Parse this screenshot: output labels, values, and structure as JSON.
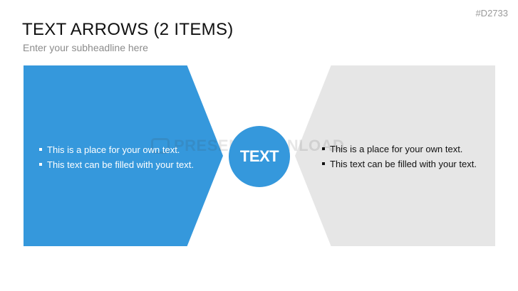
{
  "slide_id": "#D2733",
  "title": "TEXT ARROWS (2 ITEMS)",
  "subtitle": "Enter your subheadline here",
  "colors": {
    "blue": "#3598dc",
    "gray": "#e6e6e6"
  },
  "left_panel": {
    "bullets": [
      "This is a place for your own text.",
      "This text can be filled with your text."
    ]
  },
  "center": {
    "label": "TEXT"
  },
  "right_panel": {
    "bullets": [
      "This is a place for your own text.",
      "This text can be filled with your text."
    ]
  },
  "watermark": {
    "text": "PRESENTATIONLOAD"
  }
}
